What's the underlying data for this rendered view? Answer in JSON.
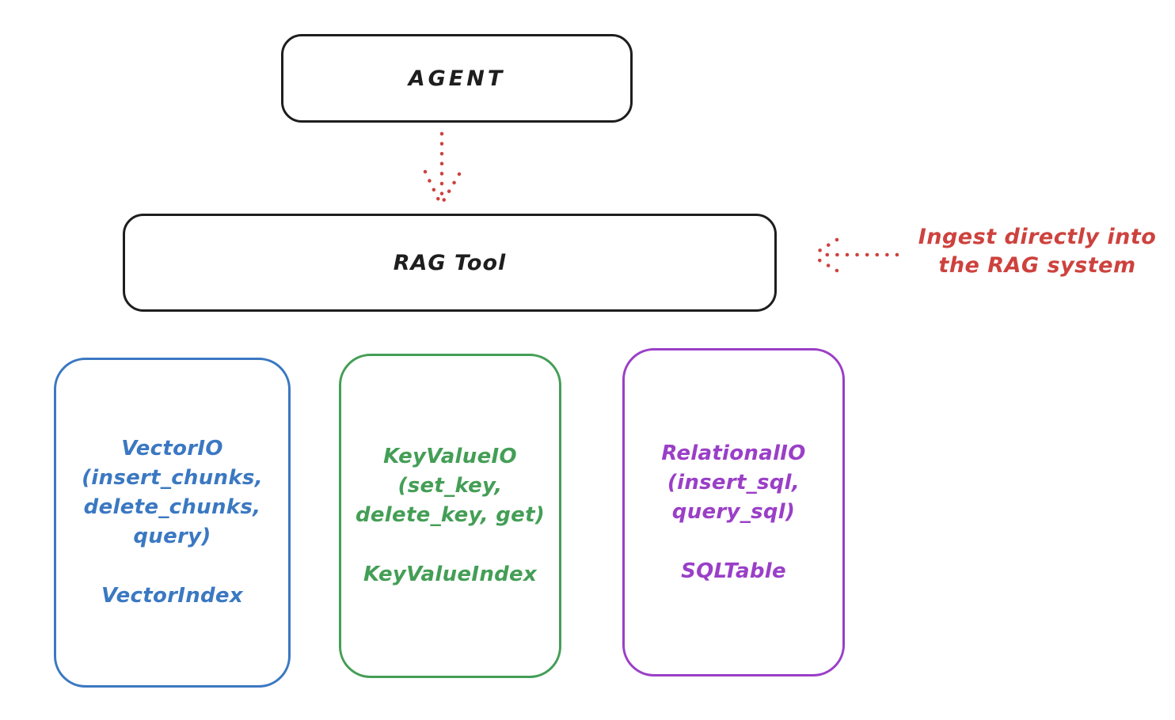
{
  "diagram": {
    "agent_node": {
      "label": "AGENT",
      "stroke_color": "#1e1e1e"
    },
    "rag_node": {
      "label": "RAG Tool",
      "stroke_color": "#1e1e1e"
    },
    "annotation": {
      "lines": [
        "Ingest directly into",
        "the RAG system"
      ],
      "color": "#cd423e"
    },
    "arrows": [
      {
        "name": "agent-to-rag",
        "style": "dotted",
        "direction": "down",
        "color": "#cd423e"
      },
      {
        "name": "annotation-to-rag",
        "style": "dotted",
        "direction": "left",
        "color": "#cd423e"
      }
    ],
    "storage_nodes": [
      {
        "id": "vector-io",
        "color": "#3b78c2",
        "title_lines": [
          "VectorIO",
          "(insert_chunks,",
          "delete_chunks,",
          "query)"
        ],
        "footer": "VectorIndex"
      },
      {
        "id": "keyvalue-io",
        "color": "#449e56",
        "title_lines": [
          "KeyValueIO",
          "(set_key,",
          "delete_key, get)"
        ],
        "footer": "KeyValueIndex"
      },
      {
        "id": "relational-io",
        "color": "#9a3fc7",
        "title_lines": [
          "RelationalIO",
          "(insert_sql,",
          "query_sql)"
        ],
        "footer": "SQLTable"
      }
    ]
  }
}
